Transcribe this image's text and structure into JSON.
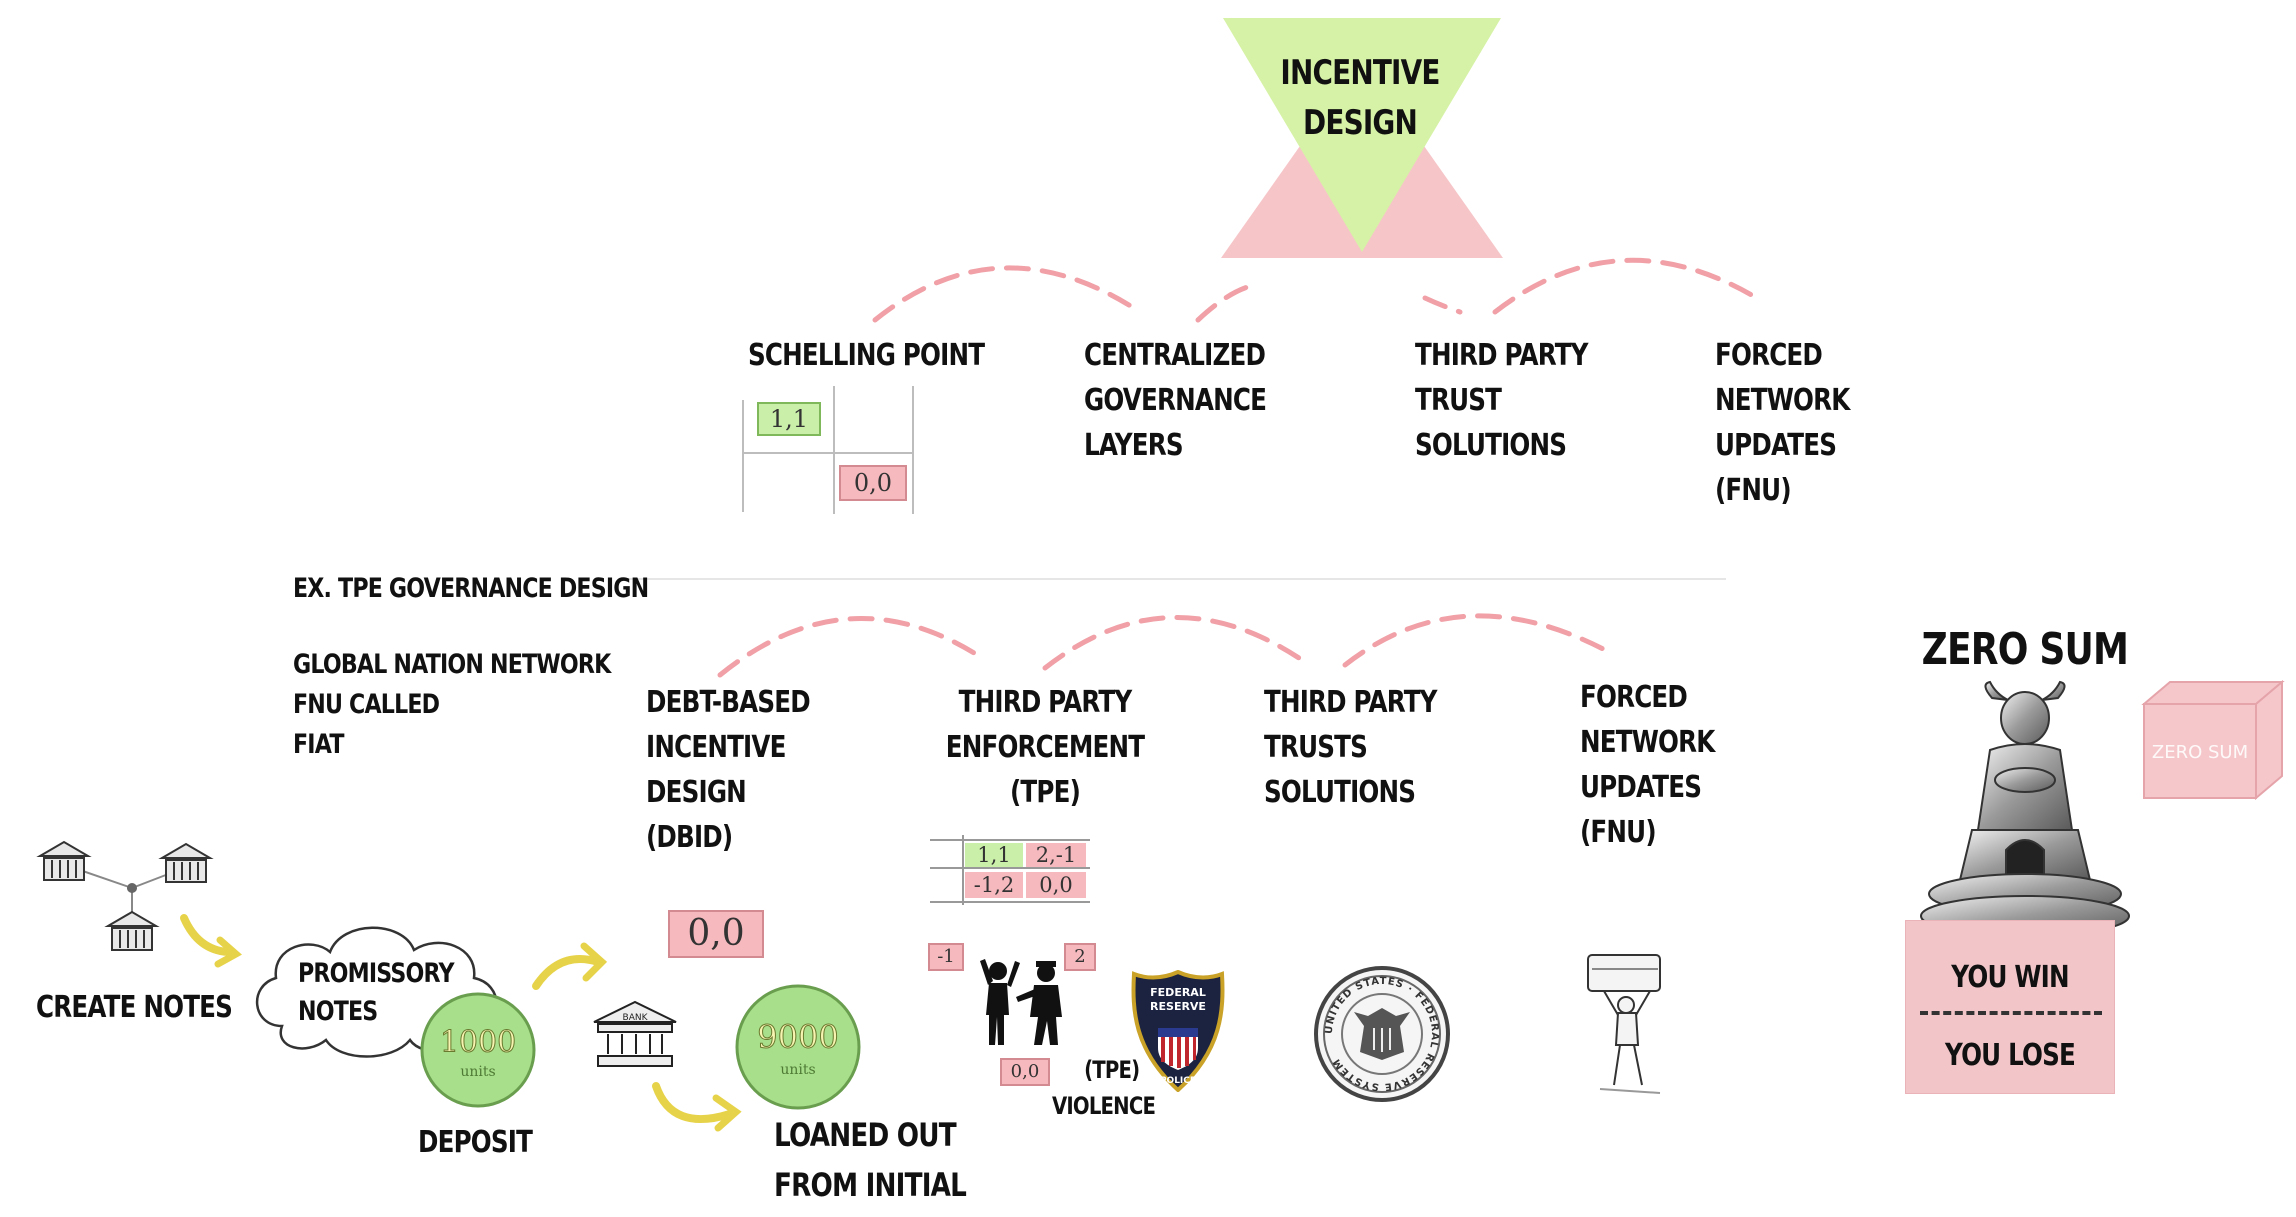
{
  "top": {
    "title_lines": [
      "INCENTIVE",
      "DESIGN"
    ],
    "colors": {
      "inverted_triangle": "#d6f2a6",
      "upright_triangle": "#f6c5c8"
    }
  },
  "row1": [
    {
      "lines": [
        "SCHELLING POINT"
      ]
    },
    {
      "lines": [
        "CENTRALIZED",
        "GOVERNANCE",
        "LAYERS"
      ]
    },
    {
      "lines": [
        "THIRD PARTY",
        "TRUST",
        "SOLUTIONS"
      ]
    },
    {
      "lines": [
        "FORCED",
        "NETWORK",
        "UPDATES",
        "(FNU)"
      ]
    }
  ],
  "schelling_matrix": {
    "cell_11": "1,1",
    "cell_22": "0,0"
  },
  "example": {
    "lines": [
      "EX. TPE GOVERNANCE DESIGN",
      "",
      "GLOBAL NATION NETWORK",
      "FNU CALLED",
      "FIAT"
    ]
  },
  "row2": [
    {
      "lines": [
        "DEBT-BASED",
        "INCENTIVE",
        "DESIGN",
        "(DBID)"
      ]
    },
    {
      "lines": [
        "THIRD PARTY",
        "ENFORCEMENT",
        "(TPE)"
      ]
    },
    {
      "lines": [
        "THIRD PARTY",
        "TRUSTS",
        "SOLUTIONS"
      ]
    },
    {
      "lines": [
        "FORCED",
        "NETWORK",
        "UPDATES",
        "(FNU)"
      ]
    }
  ],
  "dbid_payoff": "0,0",
  "tpe_matrix": {
    "a": "1,1",
    "b": "2,-1",
    "c": "-1,2",
    "d": "0,0"
  },
  "tpe_tags": {
    "left": "-1",
    "right": "2",
    "bottom": "0,0"
  },
  "tpe_violence": [
    "(TPE)",
    "VIOLENCE"
  ],
  "federal_reserve_badge": [
    "FEDERAL",
    "RESERVE",
    "POLICE"
  ],
  "fed_seal_text": "UNITED STATES · FEDERAL RESERVE SYSTEM",
  "money": {
    "create_notes": "CREATE NOTES",
    "promissory_lines": [
      "PROMISSORY",
      "NOTES"
    ],
    "coin_deposit_value": "1000",
    "coin_deposit_units": "units",
    "deposit": "DEPOSIT",
    "bank_label": "BANK",
    "coin_loan_value": "9000",
    "coin_loan_units": "units",
    "loaned_lines": [
      "LOANED OUT",
      "FROM INITIAL"
    ]
  },
  "zero_sum": {
    "title": "ZERO SUM",
    "you_win": "YOU WIN",
    "you_lose": "YOU LOSE",
    "cube_text": "ZERO SUM",
    "pedestal_color": "#f2c6c9"
  },
  "icons": [
    "bank-icon",
    "arrow-icon",
    "bank-building-icon",
    "police-arrest-icon",
    "police-badge-icon",
    "federal-reserve-seal-icon",
    "burden-carrier-icon",
    "bull-idol-icon",
    "cube-icon"
  ]
}
